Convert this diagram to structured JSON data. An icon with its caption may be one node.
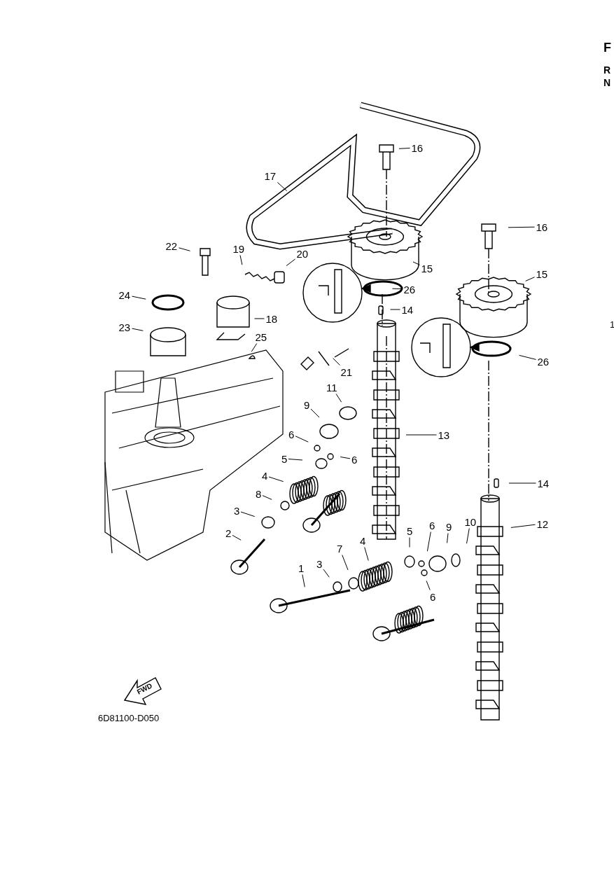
{
  "diagram": {
    "nodes": [
      {
        "text": [
          "16"
        ]
      },
      {
        "text": [
          "17"
        ]
      },
      {
        "text": [
          "22"
        ]
      },
      {
        "text": [
          "19"
        ]
      },
      {
        "text": [
          "20"
        ]
      },
      {
        "text": [
          "16"
        ]
      },
      {
        "text": [
          "15"
        ]
      },
      {
        "text": [
          "26"
        ]
      },
      {
        "text": [
          "18"
        ]
      },
      {
        "text": [
          "15"
        ]
      },
      {
        "text": [
          "24"
        ]
      },
      {
        "text": [
          "14"
        ]
      },
      {
        "text": [
          "23"
        ]
      },
      {
        "text": [
          "25"
        ]
      },
      {
        "text": [
          "21"
        ]
      },
      {
        "text": [
          "26"
        ]
      },
      {
        "text": [
          "11"
        ]
      },
      {
        "text": [
          "9"
        ]
      },
      {
        "text": [
          "13"
        ]
      },
      {
        "text": [
          "6"
        ]
      },
      {
        "text": [
          "5"
        ]
      },
      {
        "text": [
          "6"
        ]
      },
      {
        "text": [
          "4"
        ]
      },
      {
        "text": [
          "14"
        ]
      },
      {
        "text": [
          "8"
        ]
      },
      {
        "text": [
          "3"
        ]
      },
      {
        "text": [
          "10"
        ]
      },
      {
        "text": [
          "12"
        ]
      },
      {
        "text": [
          "2"
        ]
      },
      {
        "text": [
          "5"
        ]
      },
      {
        "text": [
          "9"
        ]
      },
      {
        "text": [
          "6"
        ]
      },
      {
        "text": [
          "4"
        ]
      },
      {
        "text": [
          "7"
        ]
      },
      {
        "text": [
          "3"
        ]
      },
      {
        "text": [
          "1"
        ]
      },
      {
        "text": [
          "6"
        ]
      }
    ],
    "edges": [
      {
        "from": 0,
        "to": null,
        "arrow": "none"
      },
      {
        "from": 1,
        "to": null,
        "arrow": "none"
      },
      {
        "from": 2,
        "to": null,
        "arrow": "none"
      },
      {
        "from": 3,
        "to": null,
        "arrow": "none"
      },
      {
        "from": 4,
        "to": null,
        "arrow": "none"
      },
      {
        "from": 5,
        "to": null,
        "arrow": "none"
      },
      {
        "from": 6,
        "to": null,
        "arrow": "none"
      },
      {
        "from": 7,
        "to": null,
        "arrow": "none"
      },
      {
        "from": 8,
        "to": null,
        "arrow": "none"
      },
      {
        "from": 9,
        "to": null,
        "arrow": "none"
      },
      {
        "from": 10,
        "to": null,
        "arrow": "none"
      },
      {
        "from": 11,
        "to": null,
        "arrow": "none"
      },
      {
        "from": 12,
        "to": null,
        "arrow": "none"
      },
      {
        "from": 13,
        "to": null,
        "arrow": "none"
      },
      {
        "from": 14,
        "to": null,
        "arrow": "none"
      },
      {
        "from": 15,
        "to": null,
        "arrow": "none"
      },
      {
        "from": 16,
        "to": null,
        "arrow": "none"
      },
      {
        "from": 17,
        "to": null,
        "arrow": "none"
      },
      {
        "from": 18,
        "to": null,
        "arrow": "none"
      },
      {
        "from": 19,
        "to": null,
        "arrow": "none"
      },
      {
        "from": 20,
        "to": null,
        "arrow": "none"
      },
      {
        "from": 21,
        "to": null,
        "arrow": "none"
      },
      {
        "from": 22,
        "to": null,
        "arrow": "none"
      },
      {
        "from": 23,
        "to": null,
        "arrow": "none"
      },
      {
        "from": 24,
        "to": null,
        "arrow": "none"
      },
      {
        "from": 25,
        "to": null,
        "arrow": "none"
      },
      {
        "from": 26,
        "to": null,
        "arrow": "none"
      },
      {
        "from": 27,
        "to": null,
        "arrow": "none"
      },
      {
        "from": 28,
        "to": null,
        "arrow": "none"
      },
      {
        "from": 29,
        "to": null,
        "arrow": "none"
      },
      {
        "from": 30,
        "to": null,
        "arrow": "none"
      },
      {
        "from": 31,
        "to": null,
        "arrow": "none"
      },
      {
        "from": 32,
        "to": null,
        "arrow": "none"
      },
      {
        "from": 33,
        "to": null,
        "arrow": "none"
      },
      {
        "from": 34,
        "to": null,
        "arrow": "none"
      },
      {
        "from": 35,
        "to": null,
        "arrow": "none"
      },
      {
        "from": 36,
        "to": null,
        "arrow": "none"
      }
    ],
    "labels": [
      "F",
      "R",
      "N",
      "1",
      "FWD",
      "6D81100-D050"
    ]
  }
}
